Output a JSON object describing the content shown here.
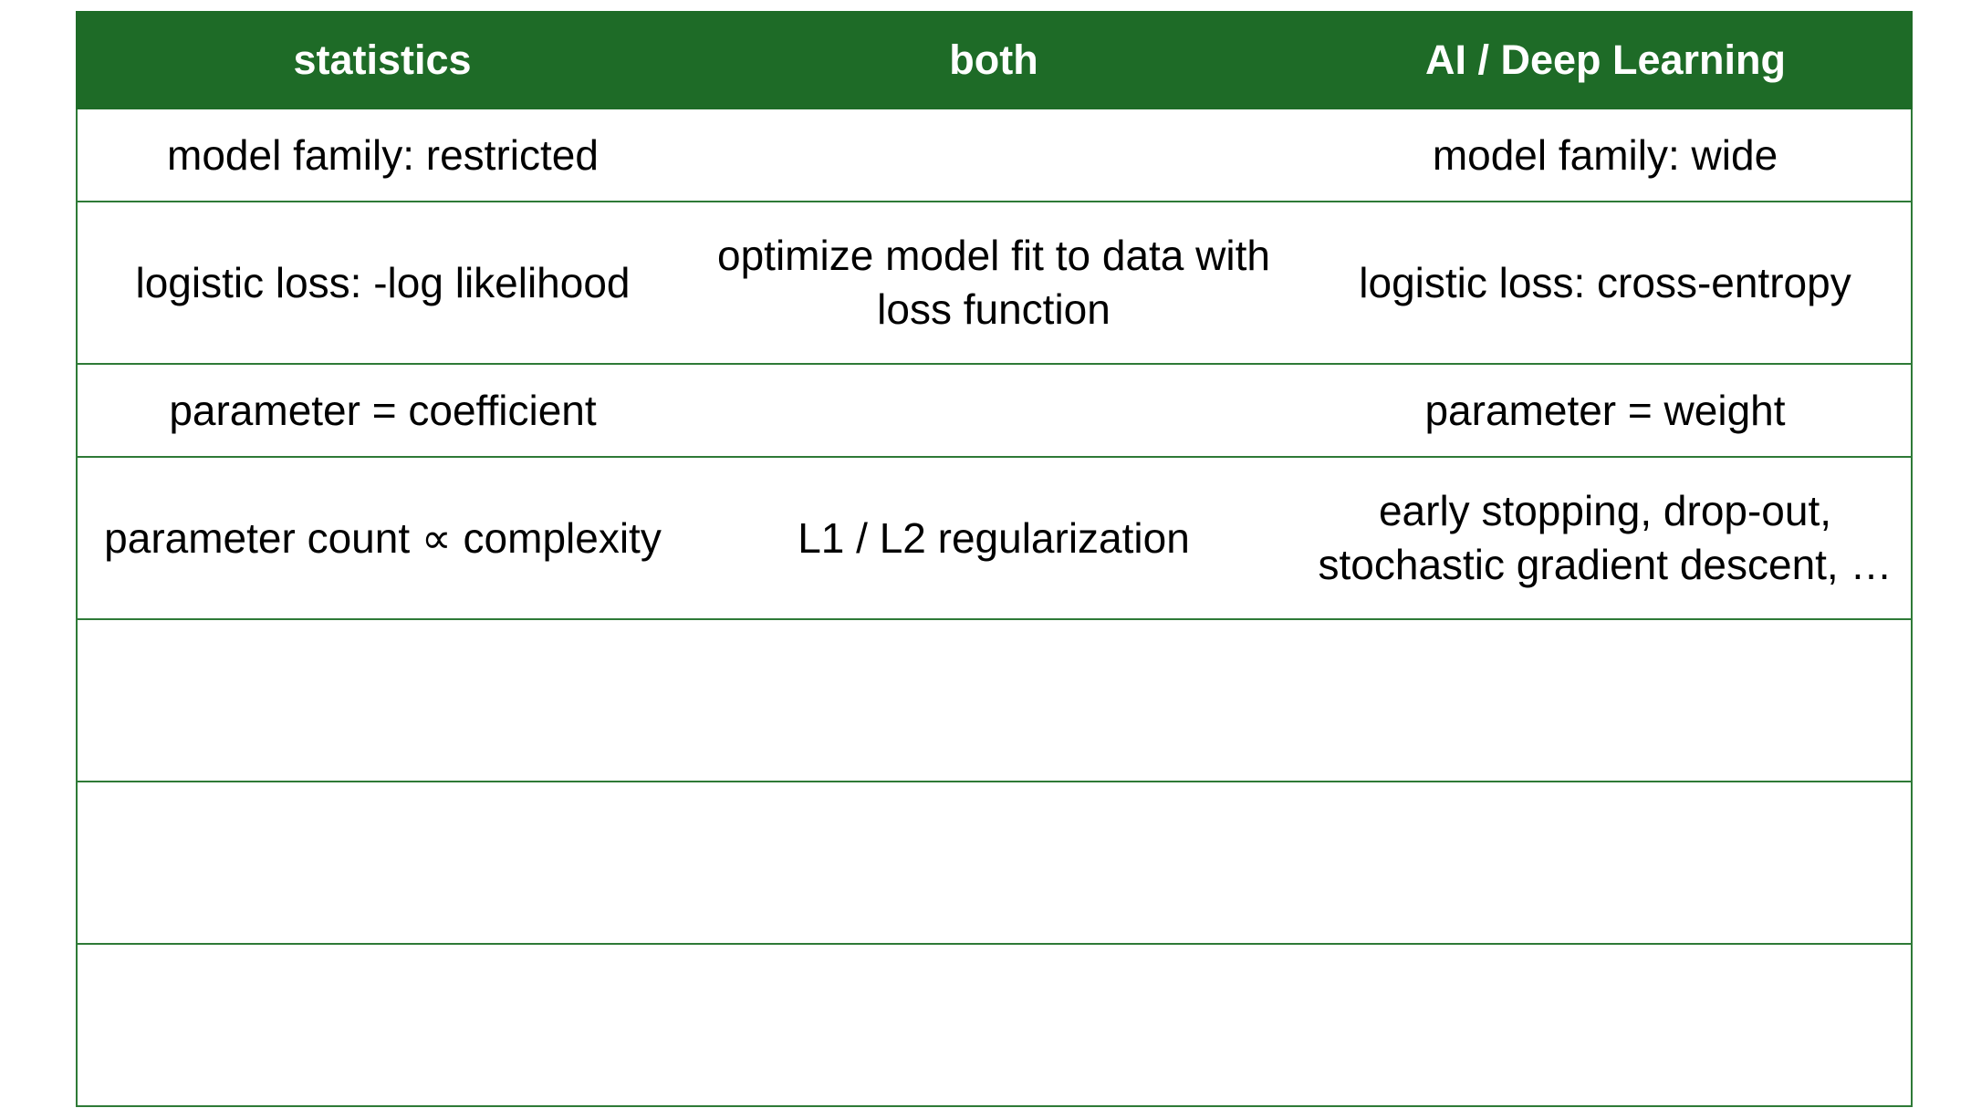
{
  "table": {
    "headers": [
      "statistics",
      "both",
      "AI / Deep Learning"
    ],
    "rows": [
      [
        "model family: restricted",
        "",
        "model family: wide"
      ],
      [
        "logistic loss: -log likelihood",
        "optimize model fit to data with loss function",
        "logistic loss: cross-entropy"
      ],
      [
        "parameter = coefficient",
        "",
        "parameter = weight"
      ],
      [
        "parameter count ∝ complexity",
        "L1 / L2 regularization",
        "early stopping, drop-out, stochastic gradient descent, …"
      ],
      [
        "",
        "",
        ""
      ],
      [
        "",
        "",
        ""
      ],
      [
        "",
        "",
        ""
      ]
    ]
  },
  "colors": {
    "header_background": "#1e6b27",
    "header_text": "#ffffff",
    "border": "#2e7a37"
  }
}
